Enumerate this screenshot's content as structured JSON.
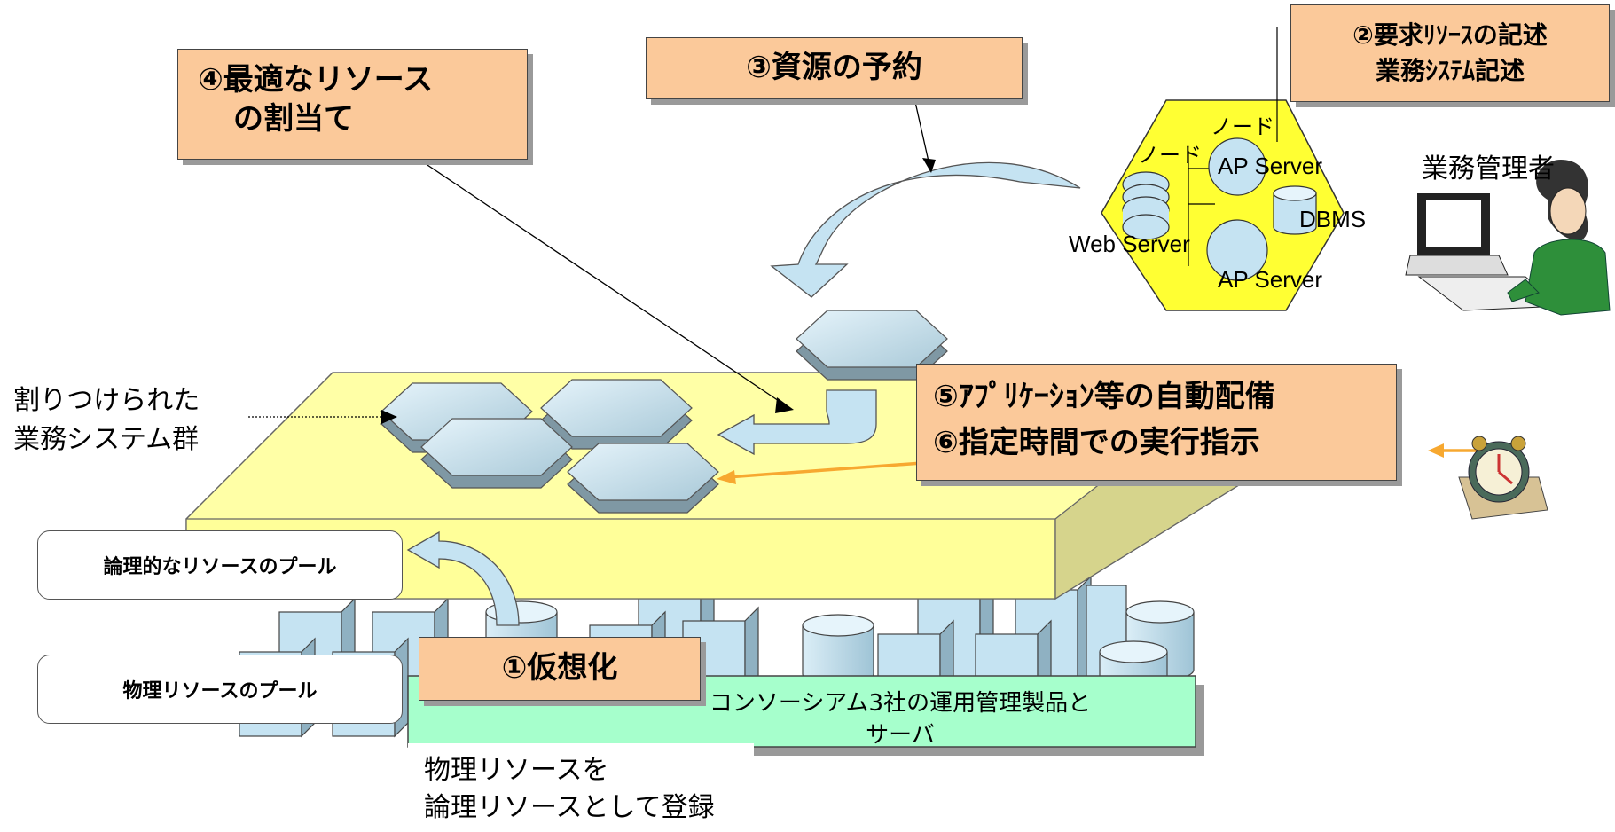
{
  "callouts": {
    "step2_line1": "②要求ﾘｿｰｽの記述",
    "step2_line2": "業務ｼｽﾃﾑ記述",
    "step3": "③資源の予約",
    "step4_line1": "④最適なリソース",
    "step4_line2": "の割当て",
    "step5": "⑤ｱﾌﾟﾘｹｰｼｮﾝ等の自動配備",
    "step6": "⑥指定時間での実行指示",
    "step1": "①仮想化"
  },
  "labels": {
    "node1": "ノード",
    "node2": "ノード",
    "ap_server_1": "AP Server",
    "ap_server_2": "AP Server",
    "dbms": "DBMS",
    "web_server": "Web Server",
    "business_manager": "業務管理者",
    "allocated_line1": "割りつけられた",
    "allocated_line2": "業務システム群",
    "logical_pool": "論理的なリソースのプール",
    "physical_pool": "物理リソースのプール",
    "consortium_line1": "コンソーシアム3社の運用管理製品と",
    "consortium_line2": "サーバ",
    "register_line1": "物理リソースを",
    "register_line2": "論理リソースとして登録"
  },
  "colors": {
    "callout_fill": "#fbc99a",
    "platform_top": "#ffffb0",
    "platform_side": "#d7d58e",
    "resource_fill": "#c5e3f2",
    "product_fill": "#a6ffcc",
    "hexagon_node": "#ffff33",
    "arrow_orange": "#f7a830"
  }
}
